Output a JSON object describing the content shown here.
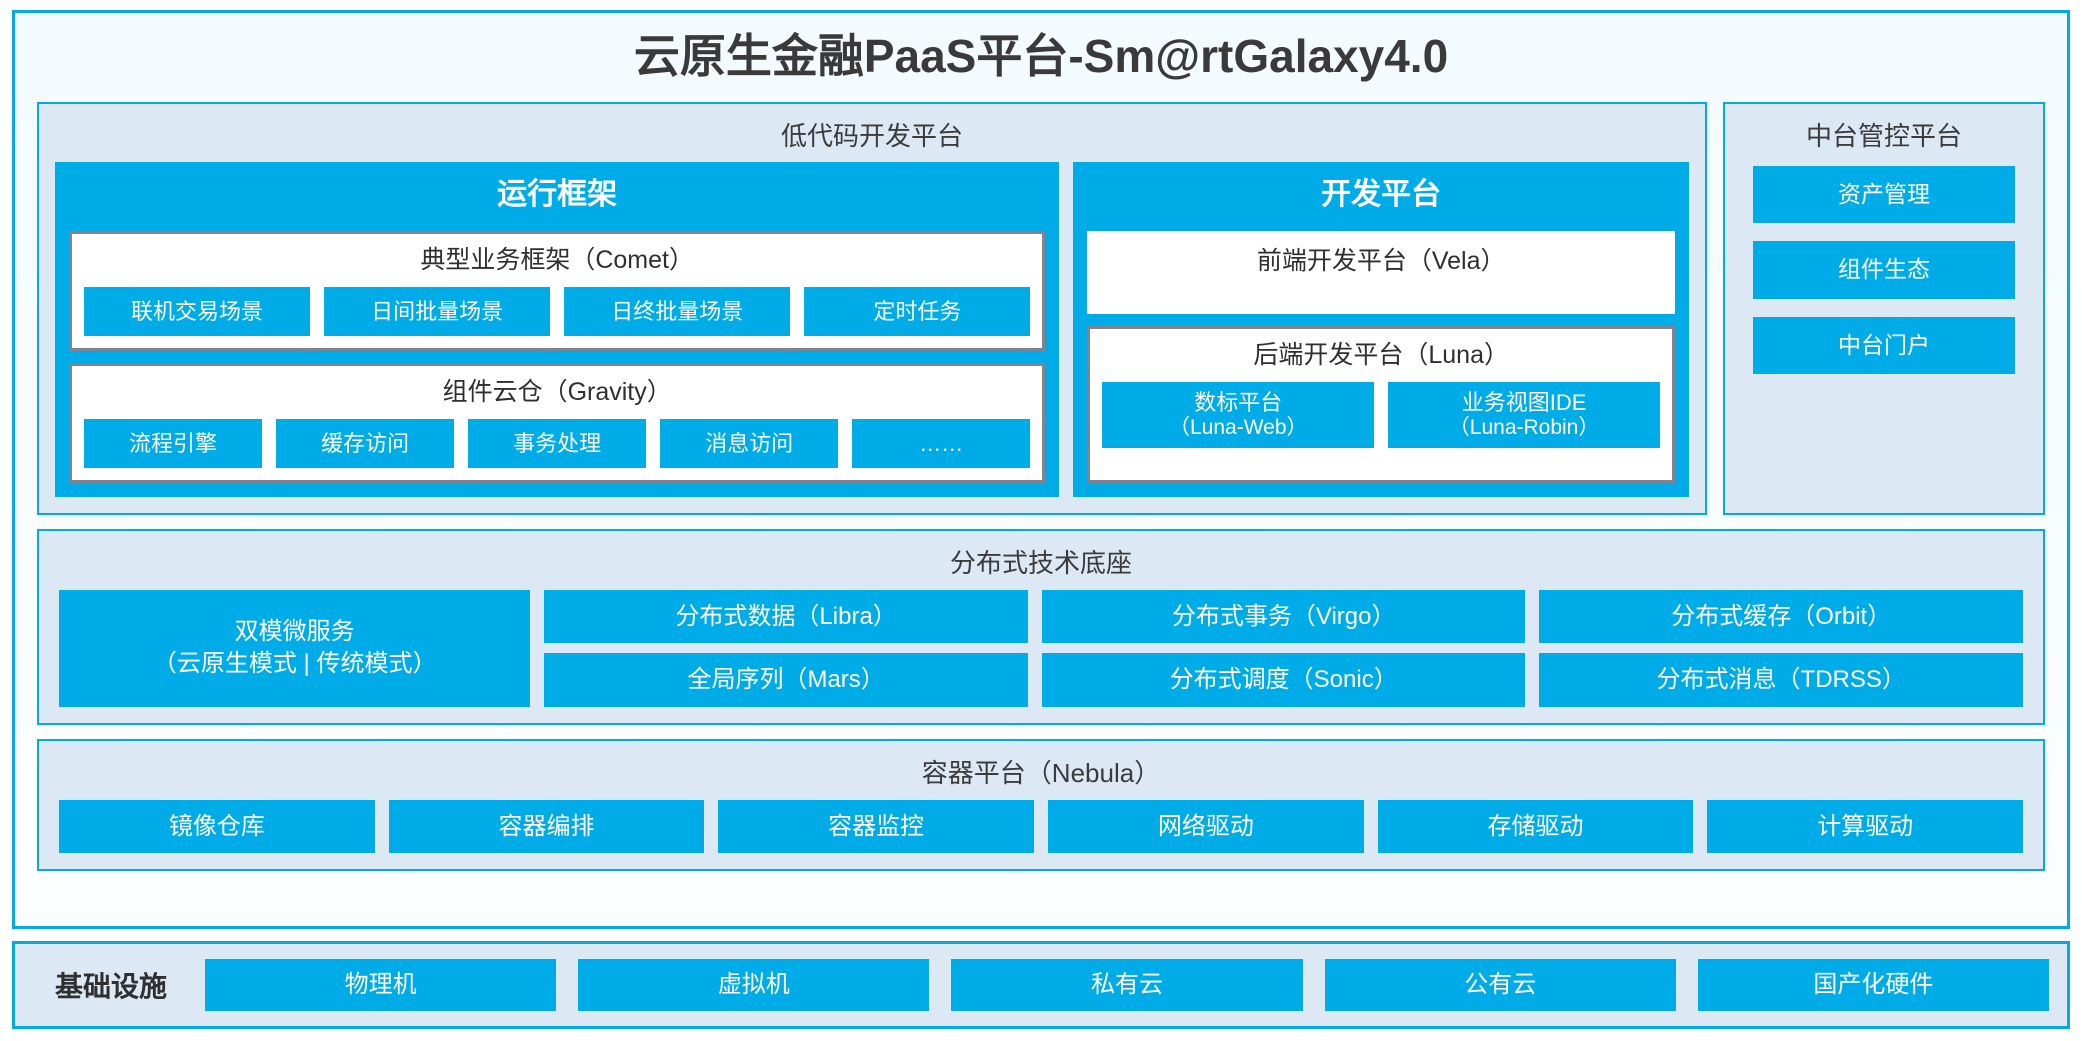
{
  "title": "云原生金融PaaS平台-Sm@rtGalaxy4.0",
  "colors": {
    "accent": "#00ace8",
    "panel_bg": "#dde8f5",
    "gray_border": "#7f8490",
    "text_dark": "#3b3b3b"
  },
  "lowcode": {
    "title": "低代码开发平台",
    "runtime": {
      "title": "运行框架",
      "comet": {
        "title": "典型业务框架（Comet）",
        "items": [
          "联机交易场景",
          "日间批量场景",
          "日终批量场景",
          "定时任务"
        ]
      },
      "gravity": {
        "title": "组件云仓（Gravity）",
        "items": [
          "流程引擎",
          "缓存访问",
          "事务处理",
          "消息访问",
          "……"
        ]
      }
    },
    "devplatform": {
      "title": "开发平台",
      "frontend": {
        "title": "前端开发平台（Vela）"
      },
      "backend": {
        "title": "后端开发平台（Luna）",
        "items": [
          {
            "name": "数标平台",
            "code": "（Luna-Web）"
          },
          {
            "name": "业务视图IDE",
            "code": "（Luna-Robin）"
          }
        ]
      }
    }
  },
  "control_platform": {
    "title": "中台管控平台",
    "items": [
      "资产管理",
      "组件生态",
      "中台门户"
    ]
  },
  "distributed": {
    "title": "分布式技术底座",
    "microservice": {
      "line1": "双模微服务",
      "line2": "（云原生模式 | 传统模式）"
    },
    "columns": [
      {
        "top": "分布式数据（Libra）",
        "bottom": "全局序列（Mars）"
      },
      {
        "top": "分布式事务（Virgo）",
        "bottom": "分布式调度（Sonic）"
      },
      {
        "top": "分布式缓存（Orbit）",
        "bottom": "分布式消息（TDRSS）"
      }
    ]
  },
  "container": {
    "title": "容器平台（Nebula）",
    "items": [
      "镜像仓库",
      "容器编排",
      "容器监控",
      "网络驱动",
      "存储驱动",
      "计算驱动"
    ]
  },
  "infrastructure": {
    "label": "基础设施",
    "items": [
      "物理机",
      "虚拟机",
      "私有云",
      "公有云",
      "国产化硬件"
    ]
  }
}
